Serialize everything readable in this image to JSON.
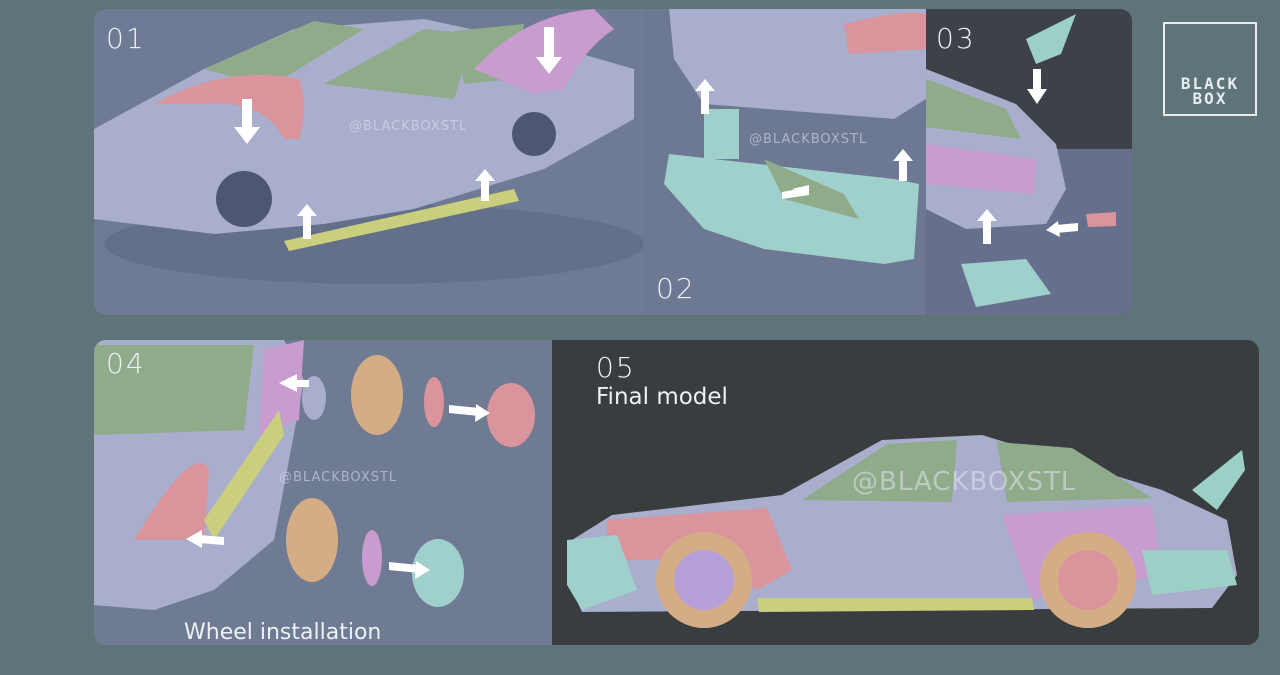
{
  "watermark": "@BLACKBOXSTL",
  "logo": {
    "line1": "BLACK",
    "line2": "BOX"
  },
  "steps": [
    {
      "number": "01"
    },
    {
      "number": "02"
    },
    {
      "number": "03"
    },
    {
      "number": "04",
      "caption": "Wheel installation"
    },
    {
      "number": "05",
      "caption": "Final model"
    }
  ],
  "colors": {
    "fender_pink": "#d9949c",
    "widebody_purple": "#c99ccf",
    "side_skirt_yellow": "#c9cf7c",
    "bumper_cyan": "#9fd0cc",
    "glass_green": "#8fab8a",
    "body_grey": "#a7afcc",
    "tire_tan": "#d4ad86",
    "spoiler_teal": "#9cd0c6"
  }
}
